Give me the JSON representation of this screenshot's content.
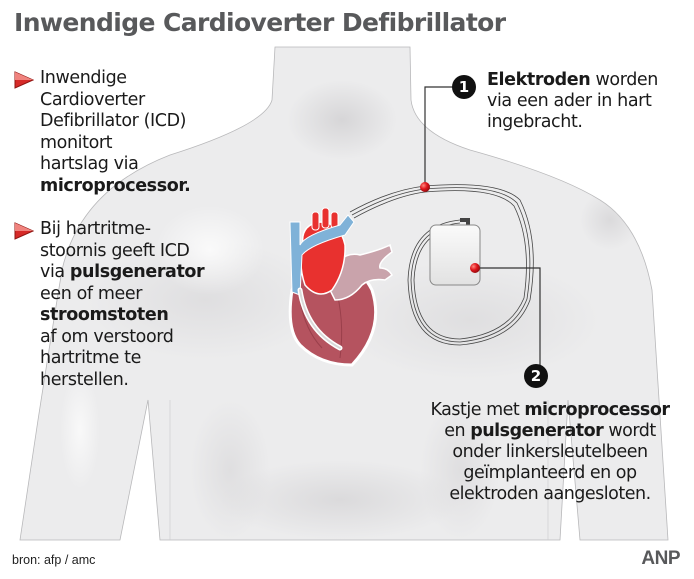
{
  "title": "Inwendige Cardioverter Defibrillator",
  "bullets": [
    {
      "icon": "red-triangle-bullet-icon",
      "lines": [
        {
          "text": "Inwendige"
        },
        {
          "text": "Cardioverter"
        },
        {
          "text": "Defibrillator (ICD)"
        },
        {
          "text": "monitort"
        },
        {
          "text": "hartslag via"
        },
        {
          "bold": "microprocessor."
        }
      ]
    },
    {
      "icon": "red-triangle-bullet-icon",
      "lines": [
        {
          "text": "Bij hartritme-"
        },
        {
          "text": "stoornis geeft ICD"
        },
        {
          "pre": "via ",
          "bold": "pulsgenerator"
        },
        {
          "text": "een of meer"
        },
        {
          "bold": "stroomstoten"
        },
        {
          "text": "af om verstoord"
        },
        {
          "text": "hartritme te"
        },
        {
          "text": "herstellen."
        }
      ]
    }
  ],
  "callouts": [
    {
      "number": "1",
      "lines": [
        {
          "bold": "Elektroden",
          "post": " worden"
        },
        {
          "text": "via een ader in hart"
        },
        {
          "text": "ingebracht."
        }
      ]
    },
    {
      "number": "2",
      "lines": [
        {
          "pre": "Kastje met ",
          "bold": "microprocessor"
        },
        {
          "pre": "en ",
          "bold": "pulsgenerator",
          "post": " wordt"
        },
        {
          "text": "onder linkersleutelbeen"
        },
        {
          "text": "geïmplanteerd en op"
        },
        {
          "text": "elektroden aangesloten."
        }
      ]
    }
  ],
  "footer": {
    "source": "bron:  afp / amc",
    "logo": "ANP"
  },
  "colors": {
    "title": "#58595b",
    "body_silhouette": "#ececed",
    "heart_muscle": "#b5535f",
    "aorta": "#e8312f",
    "vein": "#7fb2d8",
    "electrode_dot": "#d8151b",
    "badge": "#111111",
    "bullet_triangle": "#d62a28"
  }
}
